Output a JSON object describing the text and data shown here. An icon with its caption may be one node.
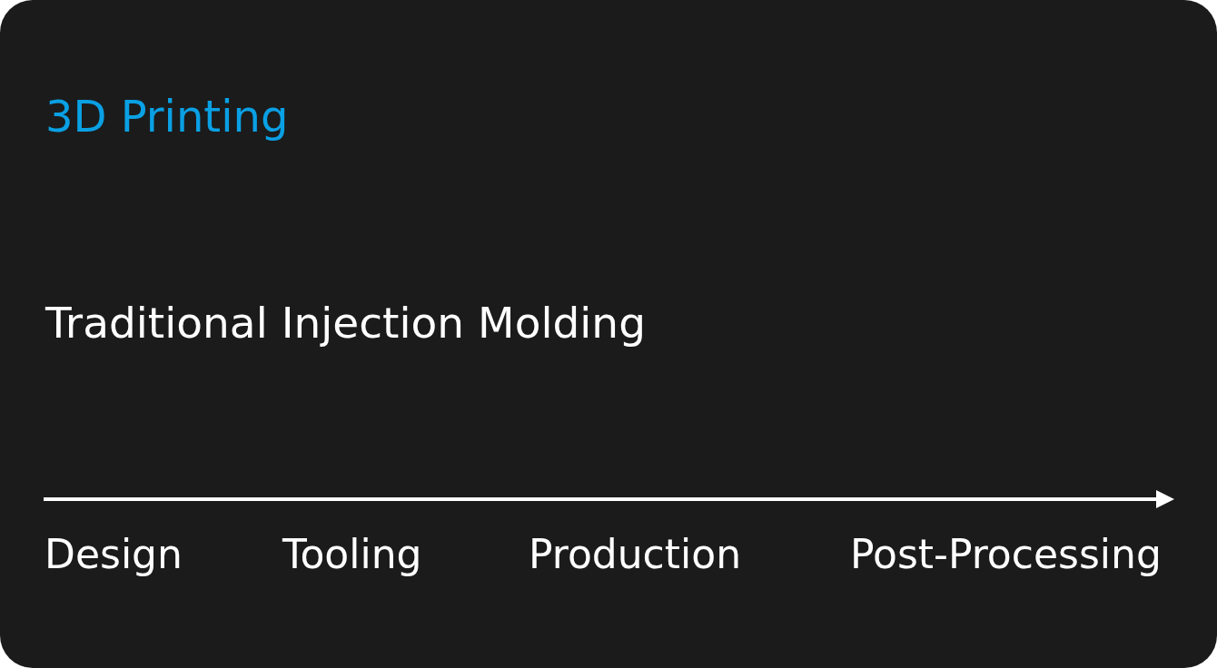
{
  "diagram": {
    "labels": [
      "3D Printing",
      "Traditional Injection Molding",
      "Design",
      "Tooling",
      "Production",
      "Post-Processing"
    ]
  }
}
